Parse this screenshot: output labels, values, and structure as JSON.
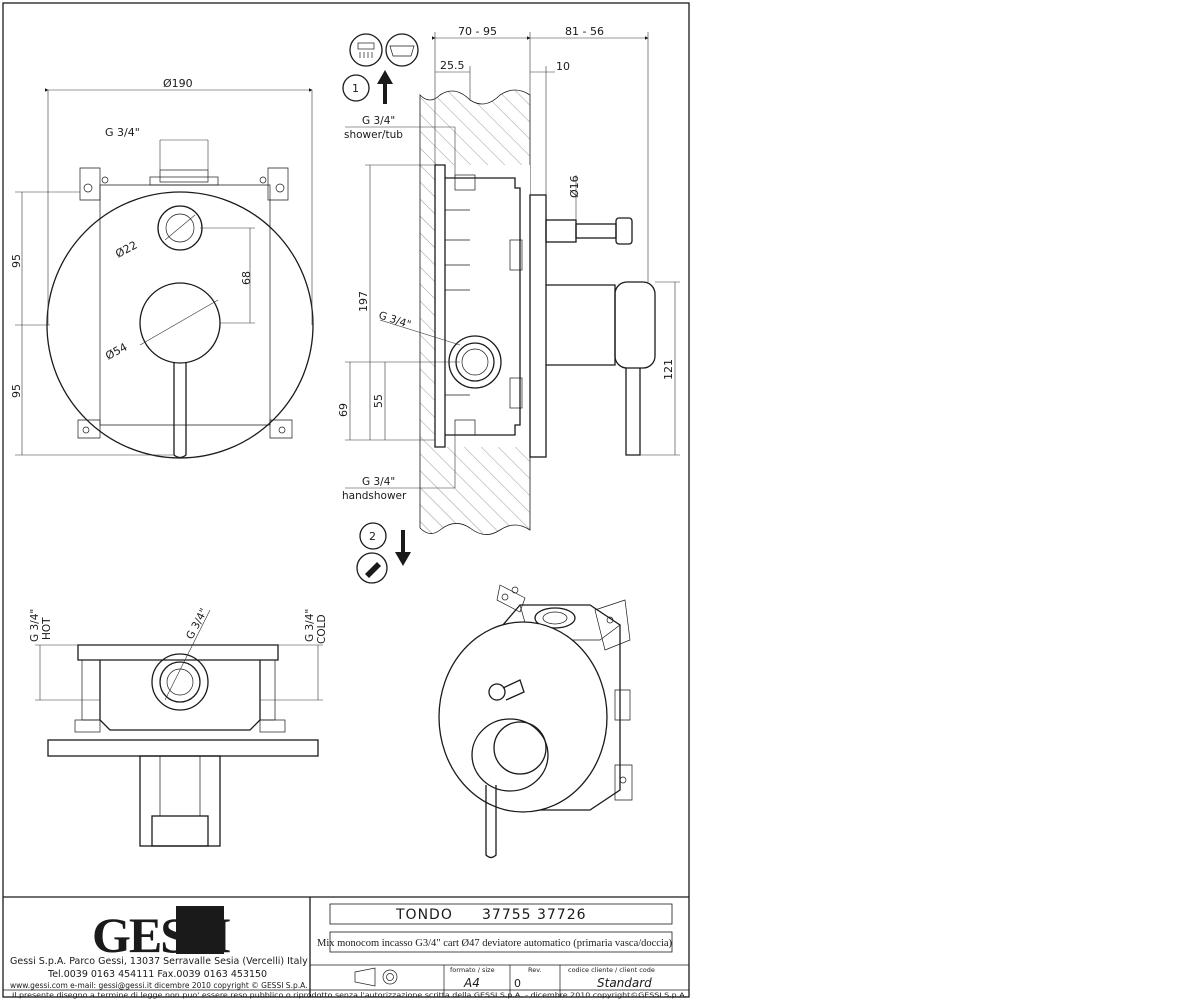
{
  "views": {
    "front": {
      "dim_diameter": "Ø190",
      "dim_outlet": "G 3/4\"",
      "dim_hole": "Ø22",
      "dim_knob": "Ø54",
      "dim_offset": "68",
      "dim_top": "95",
      "dim_bottom": "95"
    },
    "side": {
      "dim_depth_range": "70 - 95",
      "dim_projection_range": "81 - 56",
      "dim_inset": "25.5",
      "dim_gap": "10",
      "dim_stem": "Ø16",
      "dim_height": "197",
      "dim_lower": "69",
      "dim_mid": "55",
      "dim_lever": "121",
      "connection_top": "G 3/4\"",
      "connection_top_label": "shower/tub",
      "connection_center": "G 3/4\"",
      "connection_bottom": "G 3/4\"",
      "connection_bottom_label": "handshower",
      "step_1": "1",
      "step_2": "2"
    },
    "bottom": {
      "hot_size": "G 3/4\"",
      "hot_label": "HOT",
      "center_size": "G 3/4\"",
      "cold_size": "G 3/4\"",
      "cold_label": "COLD"
    }
  },
  "title_block": {
    "logo": "GESSI",
    "company": "Gessi S.p.A. Parco Gessi, 13037 Serravalle Sesia (Vercelli) Italy",
    "phone": "Tel.0039 0163 454111 Fax.0039 0163 453150",
    "web": "www.gessi.com e-mail: gessi@gessi.it dicembre 2010 copyright © GESSI S.p.A.",
    "product_name": "TONDO",
    "product_codes": "37755 37726",
    "description": "Mix monocom incasso G3/4\" cart Ø47 deviatore automatico (primaria vasca/doccia)",
    "format_label": "formato / size",
    "format_value": "A4",
    "rev_label": "Rev.",
    "rev_value": "0",
    "code_label": "codice cliente / client code",
    "code_value": "Standard",
    "legal": "Il presente disegno a termine di legge non puo' essere reso pubblico o riprodotto senza l'autorizzazione scritta della GESSI S.p.A. - dicembre 2010 copyright©GESSI S.p.A."
  }
}
